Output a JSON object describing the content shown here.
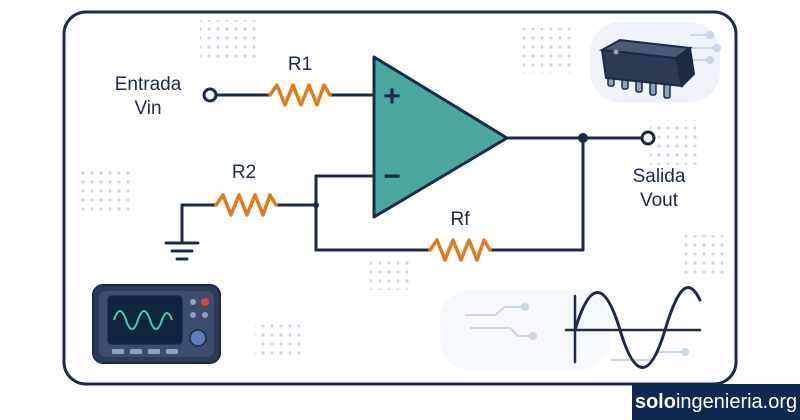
{
  "labels": {
    "input_title": "Entrada",
    "input_sub": "Vin",
    "output_title": "Salida",
    "output_sub": "Vout",
    "r1": "R1",
    "r2": "R2",
    "rf": "Rf",
    "plus": "+",
    "minus": "−"
  },
  "watermark": {
    "prefix": "solo",
    "suffix": "ingenieria.org"
  },
  "colors": {
    "frame": "#1b2a4a",
    "wire": "#1b2a4a",
    "resistor": "#e07b1a",
    "opamp_fill": "#4aa89e",
    "panel": "#f3f6fb",
    "dots": "#c9d6e8",
    "watermark_bg": "#0e2a52"
  },
  "icons": [
    "ic-chip-icon",
    "oscilloscope-icon",
    "sine-wave-icon",
    "ground-icon"
  ]
}
